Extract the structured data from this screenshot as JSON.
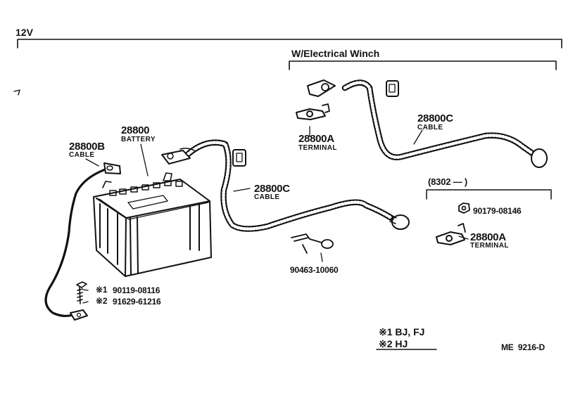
{
  "scope": {
    "voltage": "12V",
    "winch_option": "W/Electrical Winch",
    "serial_range": "(8302 —       )"
  },
  "parts": {
    "battery": {
      "part_no": "28800",
      "name": "BATTERY"
    },
    "ground_cable": {
      "part_no": "28800B",
      "name": "CABLE"
    },
    "main_cable": {
      "part_no": "28800C",
      "name": "CABLE"
    },
    "winch_cable": {
      "part_no": "28800C",
      "name": "CABLE"
    },
    "winch_terminal": {
      "part_no": "28800A",
      "name": "TERMINAL"
    },
    "serial_terminal": {
      "part_no": "28800A",
      "name": "TERMINAL"
    },
    "nut": {
      "part_no": "90179-08146"
    },
    "clamp": {
      "part_no": "90463-10060"
    },
    "bolt_1": {
      "mark": "※1",
      "part_no": "90119-08116"
    },
    "bolt_2": {
      "mark": "※2",
      "part_no": "91629-61216"
    }
  },
  "notes": {
    "note_1": "※1 BJ, FJ",
    "note_2": "※2 HJ"
  },
  "drawing_code": "ME  9216-D"
}
